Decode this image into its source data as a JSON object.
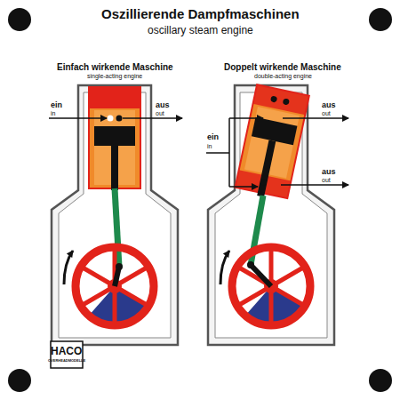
{
  "diagram": {
    "title": "Oszillierende Dampfmaschinen",
    "labels": [
      "oscillary steam engine",
      "Einfach wirkende Maschine",
      "single-acting engine",
      "Doppelt wirkende Maschine",
      "double-acting engine",
      "ein",
      "in",
      "aus",
      "out",
      "ein",
      "in",
      "aus",
      "out",
      "aus",
      "out",
      "HACO",
      "OVERHEADMODELLE"
    ]
  }
}
